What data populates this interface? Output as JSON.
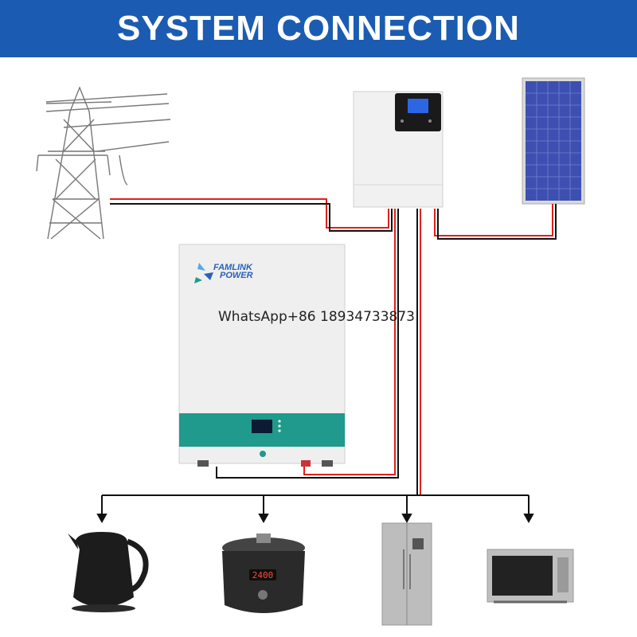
{
  "header": {
    "title": "SYSTEM CONNECTION"
  },
  "battery": {
    "brand_line1": "FAMLINK",
    "brand_line2": "POWER",
    "model_mark": ""
  },
  "contact": {
    "watermark": "WhatsApp+86 18934733873"
  },
  "cooker": {
    "display": "2400"
  },
  "colors": {
    "banner": "#1b5cb2",
    "wire_red": "#e0201c",
    "wire_black": "#111111",
    "battery_band": "#1f9a8c"
  },
  "icons": [
    "power-tower-icon",
    "inverter-icon",
    "solar-panel-icon",
    "lithium-battery-icon",
    "kettle-icon",
    "rice-cooker-icon",
    "refrigerator-icon",
    "microwave-icon"
  ]
}
